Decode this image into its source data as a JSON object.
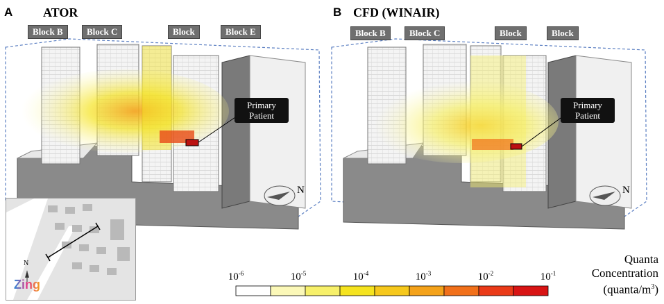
{
  "panel_a": {
    "letter": "A",
    "title": "ATOR",
    "blocks": [
      "Block B",
      "Block C",
      "Block",
      "Block E"
    ],
    "patient_label_line1": "Primary",
    "patient_label_line2": "Patient",
    "north": "N"
  },
  "panel_b": {
    "letter": "B",
    "title": "CFD (WINAIR)",
    "blocks": [
      "Block B",
      "Block C",
      "Block",
      "Block"
    ],
    "patient_label_line1": "Primary",
    "patient_label_line2": "Patient",
    "north": "N"
  },
  "inset": {
    "north": "N",
    "watermark": "Zing"
  },
  "legend": {
    "title_line1": "Quanta",
    "title_line2": "Concentration",
    "title_line3": "(quanta/m",
    "title_sup": "3",
    "title_close": ")",
    "ticks": [
      {
        "base": "10",
        "exp": "-6"
      },
      {
        "base": "10",
        "exp": "-5"
      },
      {
        "base": "10",
        "exp": "-4"
      },
      {
        "base": "10",
        "exp": "-3"
      },
      {
        "base": "10",
        "exp": "-2"
      },
      {
        "base": "10",
        "exp": "-1"
      }
    ],
    "colors": [
      "#ffffff",
      "#fbf8b8",
      "#f7f06a",
      "#f5e31f",
      "#f6c81c",
      "#f4a21a",
      "#f1701a",
      "#ea3a18",
      "#d81414"
    ]
  }
}
